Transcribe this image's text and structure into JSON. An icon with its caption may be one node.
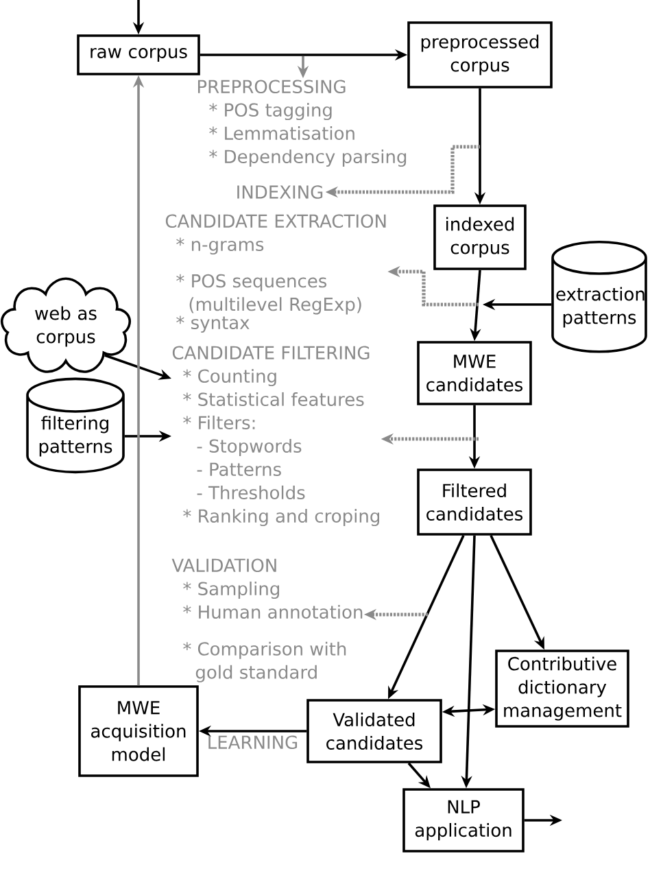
{
  "diagram": {
    "nodes": [
      {
        "text": [
          "raw corpus"
        ]
      },
      {
        "text": [
          "preprocessed corpus"
        ]
      },
      {
        "text": [
          "PREPROCESSING",
          "* POS tagging",
          "* Lemmatisation",
          "* Dependency parsing"
        ]
      },
      {
        "text": [
          "INDEXING"
        ]
      },
      {
        "text": [
          "indexed corpus"
        ]
      },
      {
        "text": [
          "CANDIDATE EXTRACTION",
          "* n-grams",
          "* POS sequences (multilevel RegExp)",
          "* syntax"
        ]
      },
      {
        "text": [
          "extraction patterns"
        ]
      },
      {
        "text": [
          "web as corpus"
        ]
      },
      {
        "text": [
          "CANDIDATE FILTERING",
          "* Counting",
          "* Statistical features",
          "* Filters:",
          "- Stopwords",
          "- Patterns",
          "- Thresholds",
          "* Ranking and croping"
        ]
      },
      {
        "text": [
          "filtering patterns"
        ]
      },
      {
        "text": [
          "MWE candidates"
        ]
      },
      {
        "text": [
          "Filtered candidates"
        ]
      },
      {
        "text": [
          "VALIDATION",
          "* Sampling",
          "* Human annotation",
          "* Comparison with gold standard"
        ]
      },
      {
        "text": [
          "Contributive dictionary management"
        ]
      },
      {
        "text": [
          "MWE acquisition model"
        ]
      },
      {
        "text": [
          "Validated candidates"
        ]
      },
      {
        "text": [
          "NLP application"
        ]
      }
    ],
    "edges": [
      {
        "from": null,
        "to": 0,
        "arrow": "to"
      },
      {
        "from": 0,
        "to": 1,
        "arrow": "to"
      },
      {
        "from": null,
        "to": 2,
        "arrow": "to",
        "color": "#8a8a8a"
      },
      {
        "from": 1,
        "to": 4,
        "arrow": "to"
      },
      {
        "from": null,
        "to": 3,
        "arrow": "to",
        "style": "dashed",
        "color": "#8a8a8a"
      },
      {
        "from": 4,
        "to": 10,
        "arrow": "to"
      },
      {
        "from": null,
        "to": 5,
        "arrow": "to",
        "style": "dashed",
        "color": "#8a8a8a"
      },
      {
        "from": 6,
        "to": 10,
        "arrow": "to"
      },
      {
        "from": 7,
        "to": 8,
        "arrow": "to"
      },
      {
        "from": 9,
        "to": 8,
        "arrow": "to"
      },
      {
        "from": 10,
        "to": 11,
        "arrow": "to"
      },
      {
        "from": null,
        "to": 8,
        "arrow": "to",
        "style": "dashed",
        "color": "#8a8a8a"
      },
      {
        "from": 11,
        "to": 15,
        "arrow": "to"
      },
      {
        "from": 11,
        "to": 13,
        "arrow": "to"
      },
      {
        "from": 11,
        "to": 16,
        "arrow": "to"
      },
      {
        "from": null,
        "to": 12,
        "arrow": "to",
        "style": "dashed",
        "color": "#8a8a8a"
      },
      {
        "from": 15,
        "to": 13,
        "arrow": "both"
      },
      {
        "from": 15,
        "to": 16,
        "arrow": "to"
      },
      {
        "from": 15,
        "to": 14,
        "arrow": "to",
        "label": "LEARNING"
      },
      {
        "from": 14,
        "to": 0,
        "arrow": "to",
        "color": "#8a8a8a"
      },
      {
        "from": 16,
        "to": null,
        "arrow": "to"
      }
    ]
  }
}
